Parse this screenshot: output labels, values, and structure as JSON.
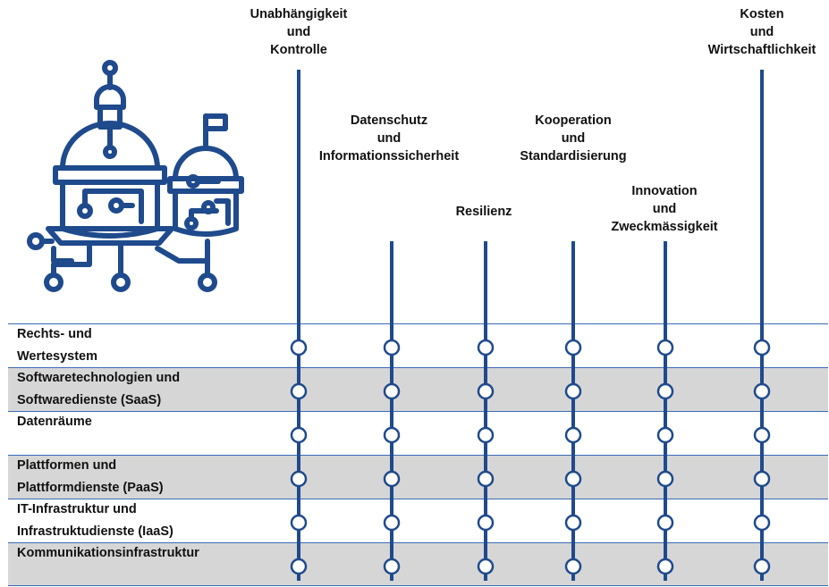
{
  "colors": {
    "line": "#1f4a8c",
    "row_shaded": "#d6d6d6",
    "row_plain": "#ffffff",
    "row_border": "#3a6bb8",
    "icon": "#1f4a8c"
  },
  "icon": "robot-domes-circuit-icon",
  "columns": [
    {
      "label": "Unabhängigkeit\nund\nKontrolle"
    },
    {
      "label": "Datenschutz\nund\nInformationssicherheit"
    },
    {
      "label": "Resilienz"
    },
    {
      "label": "Kooperation\nund\nStandardisierung"
    },
    {
      "label": "Innovation\nund\nZweckmässigkeit"
    },
    {
      "label": "Kosten\nund\nWirtschaftlichkeit"
    }
  ],
  "rows": [
    {
      "label": "Rechts- und\nWertesystem",
      "shaded": false
    },
    {
      "label": "Softwaretechnologien und\nSoftwaredienste (SaaS)",
      "shaded": true
    },
    {
      "label": "Datenräume",
      "shaded": false
    },
    {
      "label": "Plattformen und\nPlattformdienste (PaaS)",
      "shaded": true
    },
    {
      "label": "IT-Infrastruktur und\nInfrastruktudienste (IaaS)",
      "shaded": false
    },
    {
      "label": "Kommunikationsinfrastruktur",
      "shaded": true
    }
  ]
}
